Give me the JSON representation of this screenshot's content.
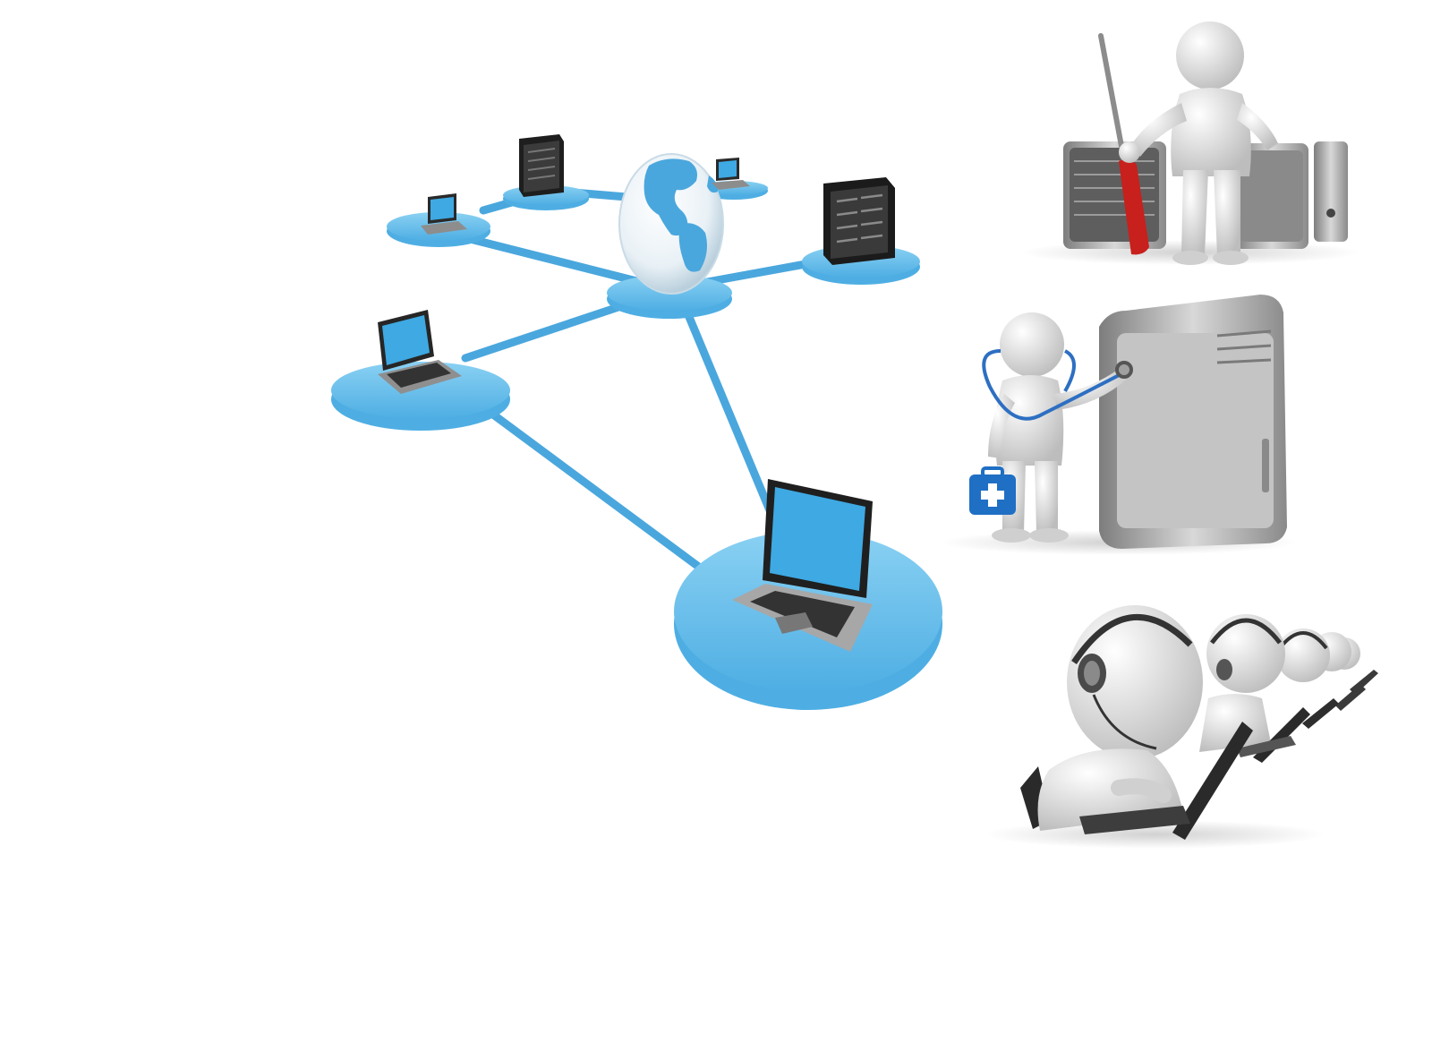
{
  "scene": {
    "background": "#ffffff",
    "network": {
      "hub": "globe-icon",
      "nodes": [
        {
          "role": "laptop-node",
          "icon": "laptop-icon"
        },
        {
          "role": "server-node",
          "icon": "server-icon"
        },
        {
          "role": "laptop-node",
          "icon": "laptop-icon"
        },
        {
          "role": "server-node",
          "icon": "server-icon"
        },
        {
          "role": "laptop-node",
          "icon": "laptop-icon"
        },
        {
          "role": "laptop-node",
          "icon": "laptop-icon"
        }
      ],
      "colors": {
        "platform": "#58b7e8",
        "platform_top": "#7fcaf0",
        "link": "#4aa7dd",
        "screen": "#3ea9e3"
      }
    },
    "illustrations": [
      {
        "name": "technician-with-screwdriver-and-servers",
        "icon": "screwdriver-icon"
      },
      {
        "name": "doctor-with-stethoscope-and-server-tower",
        "icon": "stethoscope-icon"
      },
      {
        "name": "call-center-agents-with-headsets",
        "icon": "headset-icon"
      }
    ],
    "accent_colors": {
      "screwdriver": "#c8201c",
      "medkit": "#1f6fc4",
      "figure": "#e6e6e6",
      "metal": "#9a9a9a"
    }
  }
}
